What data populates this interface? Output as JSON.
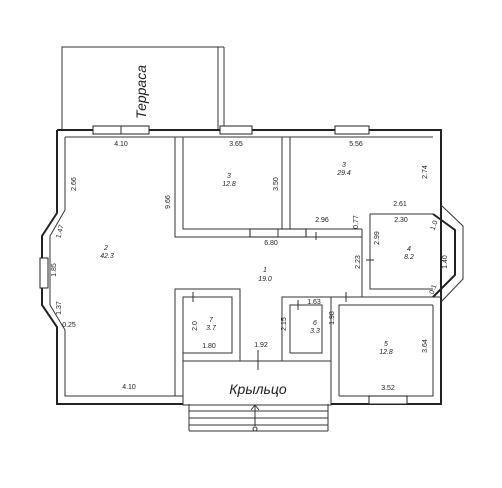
{
  "labels": {
    "terrace": "Терраса",
    "porch": "Крыльцо"
  },
  "rooms": [
    {
      "number": "2",
      "area": "42.3"
    },
    {
      "number": "3",
      "area": "12.8"
    },
    {
      "number": "3",
      "area": "29.4"
    },
    {
      "number": "4",
      "area": "8.2"
    },
    {
      "number": "1",
      "area": "19.0"
    },
    {
      "number": "7",
      "area": "3.7"
    },
    {
      "number": "6",
      "area": "3.3"
    },
    {
      "number": "5",
      "area": "12.8"
    }
  ],
  "dimensions": [
    "4.10",
    "2.66",
    "9.66",
    "1.47",
    "1.85",
    "1.37",
    "0.25",
    "4.10",
    "3.65",
    "3.50",
    "5.56",
    "2.74",
    "2.61",
    "6.80",
    "2.96",
    "0.77",
    "2.30",
    "2.99",
    "1.0",
    "1.40",
    "0.1",
    "2.23",
    "1.63",
    "2.15",
    "1.98",
    "2.0",
    "1.80",
    "1.92",
    "3.64",
    "3.52"
  ]
}
